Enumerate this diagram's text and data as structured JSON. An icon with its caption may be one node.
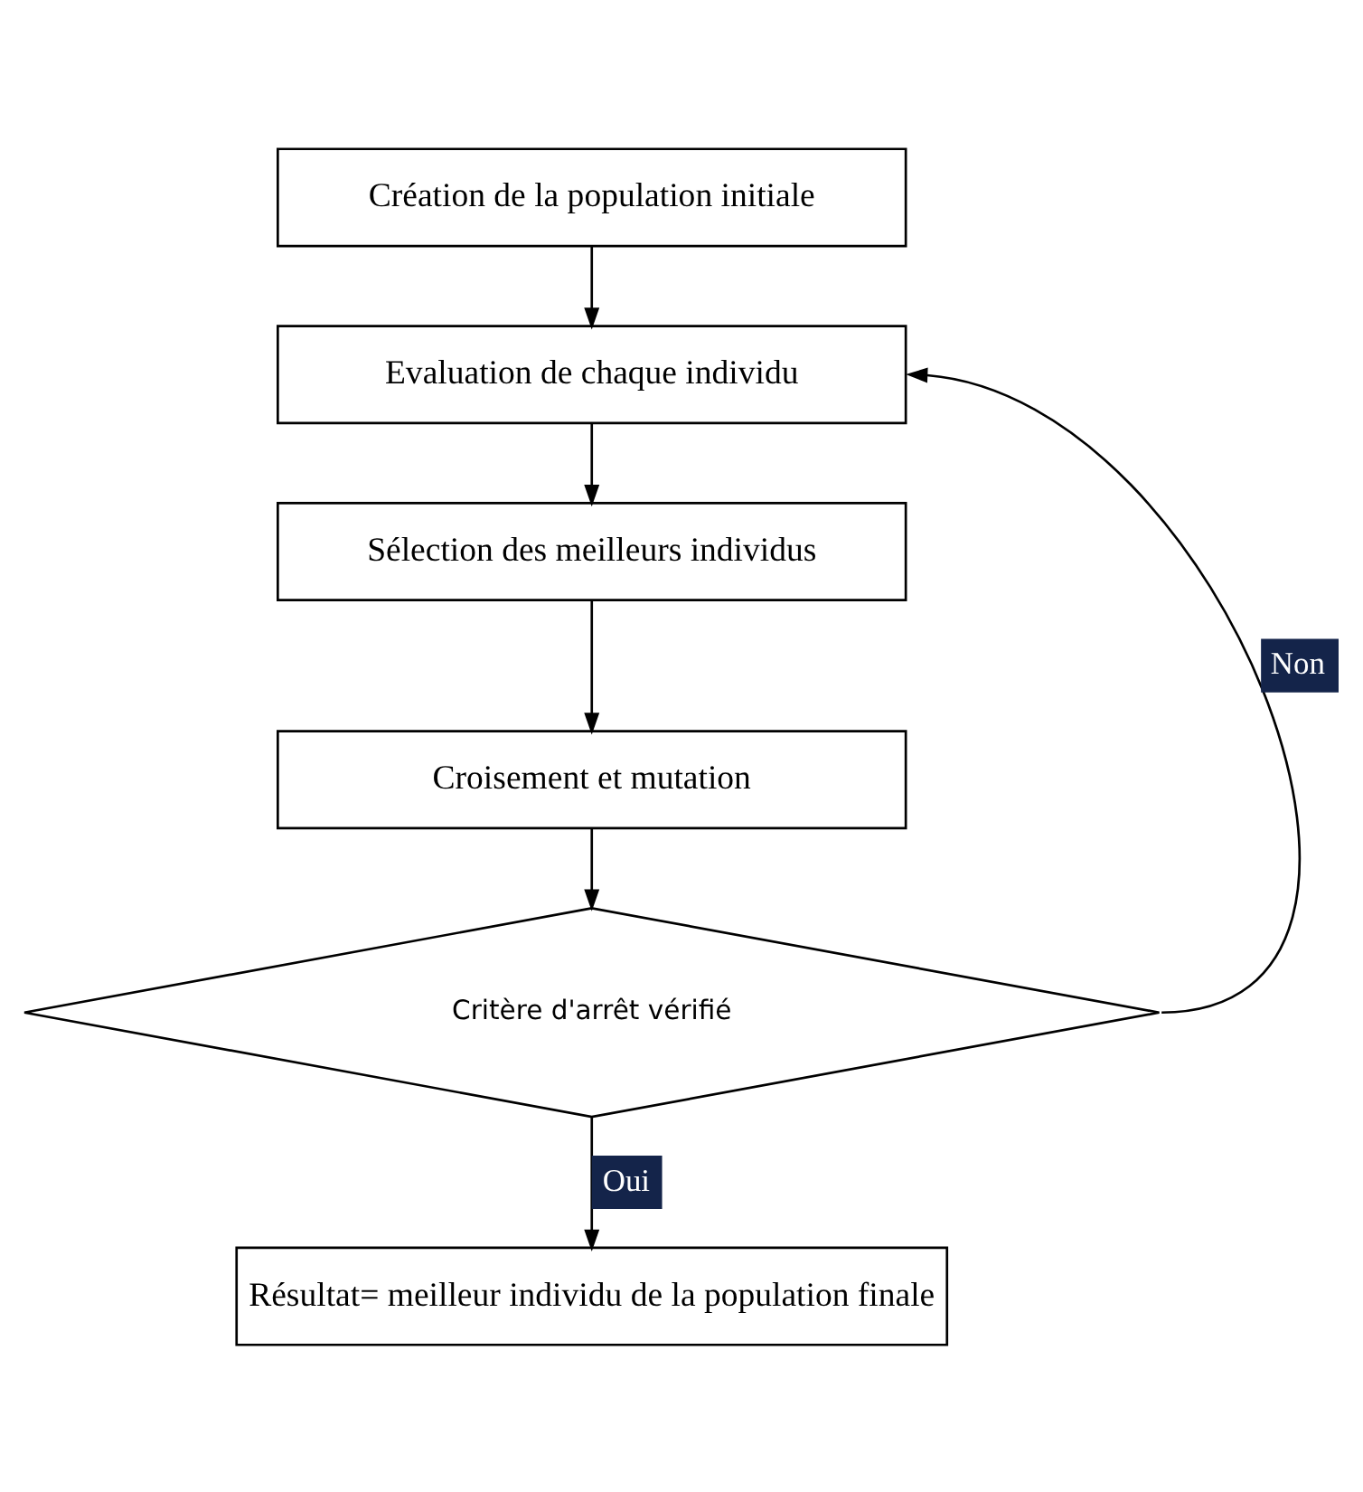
{
  "diagram": {
    "nodes": [
      {
        "text": [
          "Création de la population initiale"
        ]
      },
      {
        "text": [
          "Evaluation de chaque individu"
        ]
      },
      {
        "text": [
          "Sélection des meilleurs individus"
        ]
      },
      {
        "text": [
          "Croisement et mutation"
        ]
      },
      {
        "text": [
          "Critère d'arrêt vérifié"
        ]
      },
      {
        "text": [
          "Résultat= meilleur individu de la population finale"
        ]
      }
    ],
    "edges": [
      {
        "from": 0,
        "to": 1,
        "arrow": "to"
      },
      {
        "from": 1,
        "to": 2,
        "arrow": "to"
      },
      {
        "from": 2,
        "to": 3,
        "arrow": "to"
      },
      {
        "from": 3,
        "to": 4,
        "arrow": "to"
      },
      {
        "from": 4,
        "to": 5,
        "arrow": "to",
        "label": "Oui"
      },
      {
        "from": 4,
        "to": 1,
        "arrow": "to",
        "label": "Non"
      }
    ]
  }
}
